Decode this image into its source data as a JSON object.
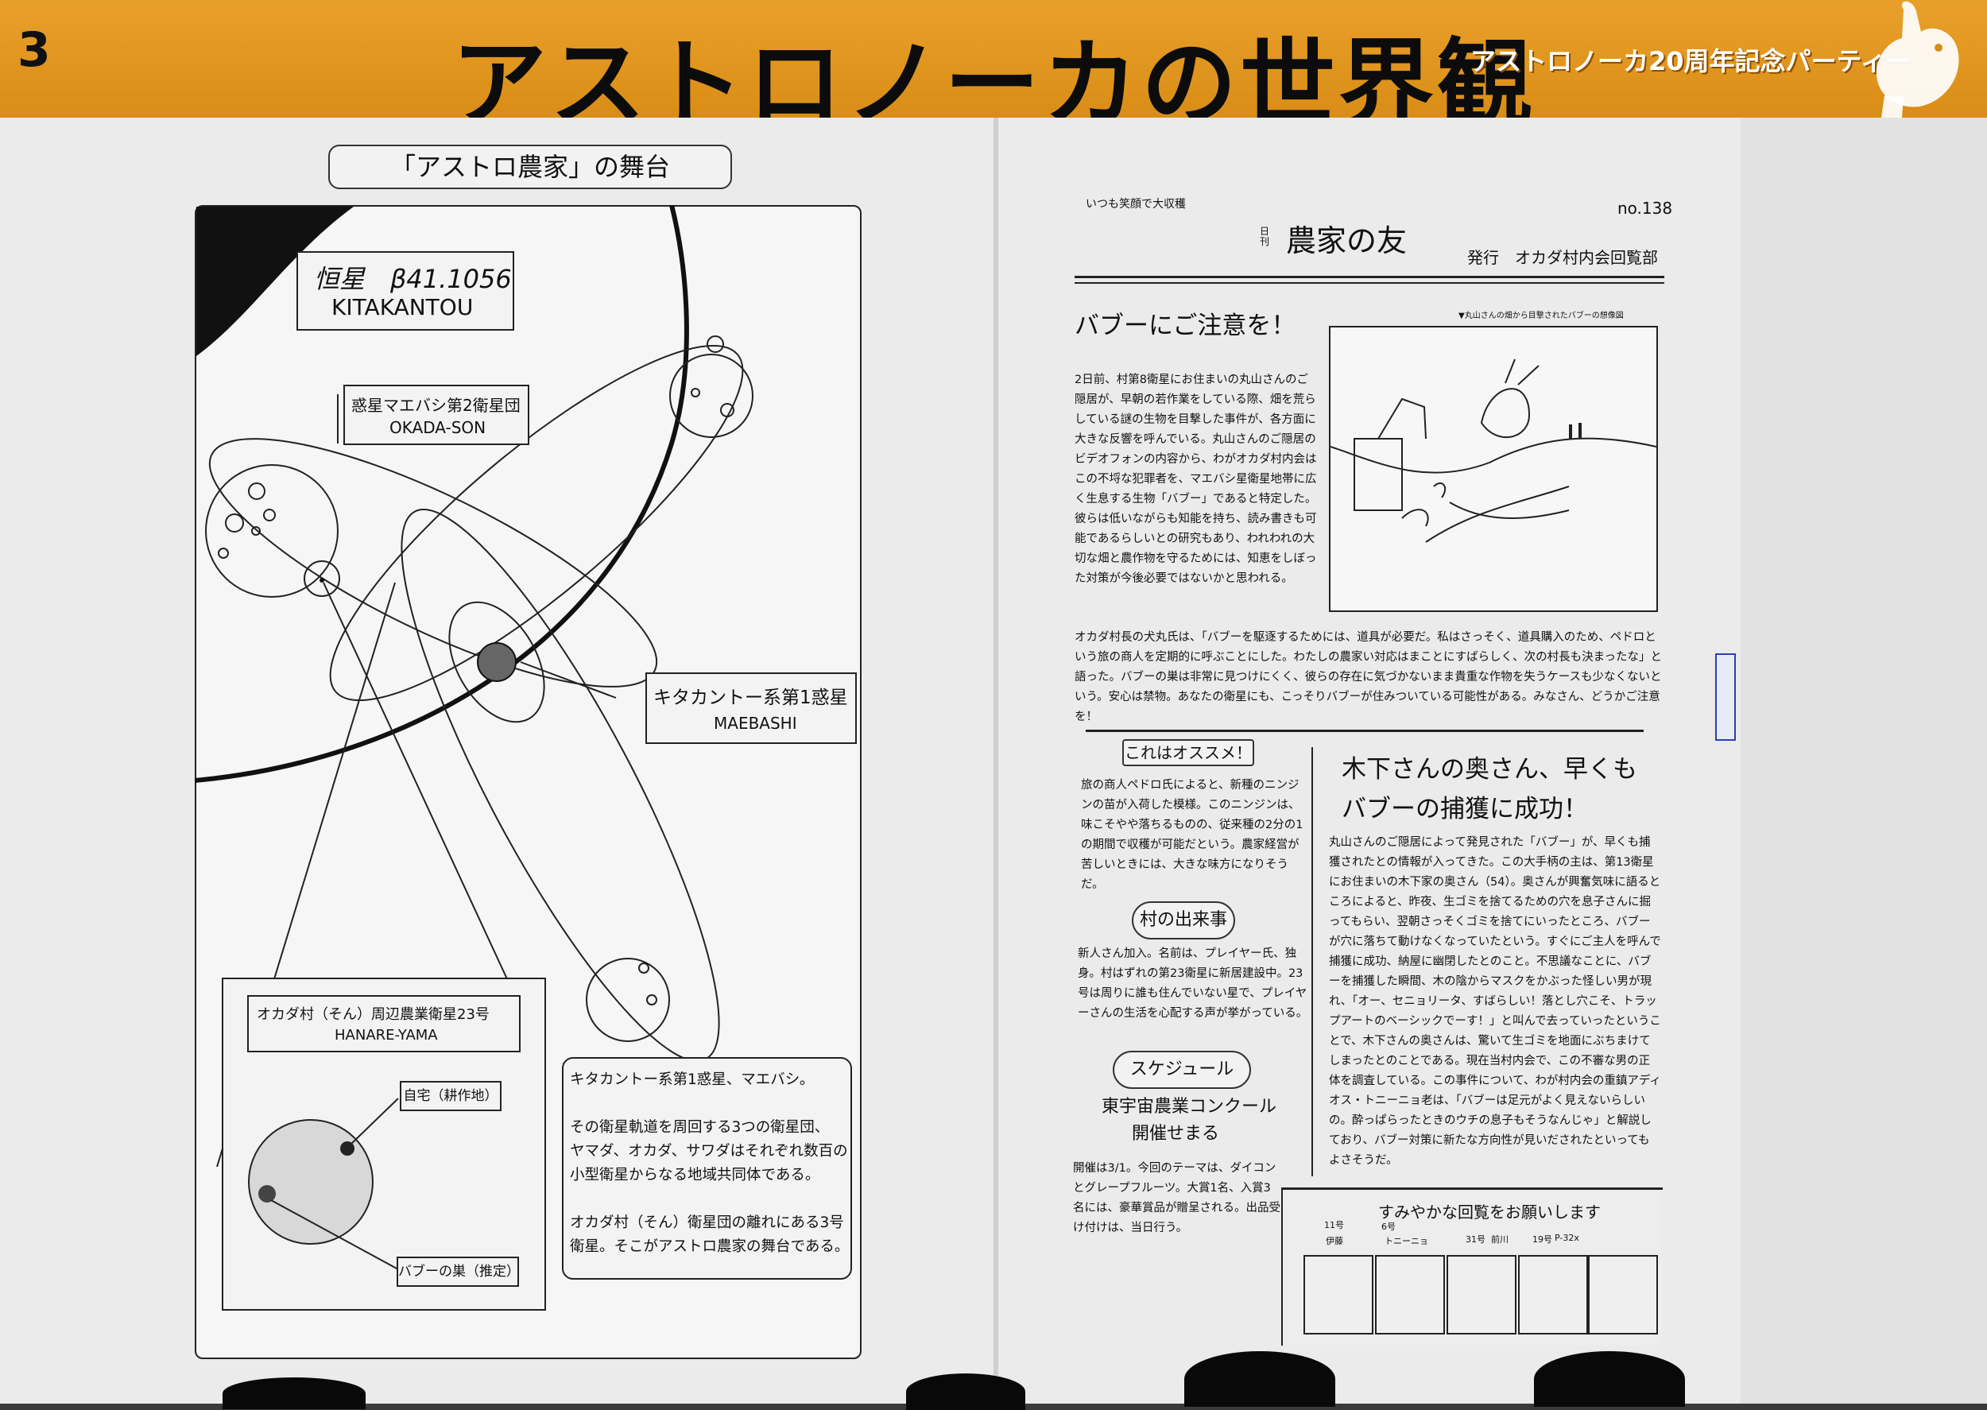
{
  "header": {
    "number": "3",
    "title": "アストロノーカの世界観",
    "subtitle": "アストロノーカ20周年記念パーティー"
  },
  "left_page": {
    "heading": "「アストロ農家」の舞台",
    "star_label": {
      "line1": "恒星　β41.1056",
      "line2": "KITAKANTOU"
    },
    "moon_label": {
      "line1": "惑星マエバシ第2衛星団",
      "line2": "OKADA-SON"
    },
    "planet_label": {
      "line1": "キタカントー系第1惑星",
      "line2": "MAEBASHI"
    },
    "inset": {
      "title_line1": "オカダ村（そん）周辺農業衛星23号",
      "title_line2": "HANARE-YAMA",
      "home_label": "自宅（耕作地）",
      "nest_label": "バブーの巣（推定）"
    },
    "description": [
      "キタカントー系第1惑星、マエバシ。",
      "その衛星軌道を周回する3つの衛星団、",
      "ヤマダ、オカダ、サワダはそれぞれ数百の",
      "小型衛星からなる地域共同体である。",
      "オカダ村（そん）衛星団の離れにある3号",
      "衛星。そこがアストロ農家の舞台である。"
    ]
  },
  "right_page": {
    "motto": "いつも笑顔で大収穫",
    "issue": "no.138",
    "small_label": "日刊",
    "newspaper_title": "農家の友",
    "publisher": "発行　オカダ村内会回覧部",
    "headline1": "バブーにご注意を！",
    "image_caption": "▼丸山さんの畑から目撃されたバブーの想像図",
    "article1": "2日前、村第8衛星にお住まいの丸山さんのご隠居が、早朝の若作業をしている際、畑を荒らしている謎の生物を目撃した事件が、各方面に大きな反響を呼んでいる。丸山さんのご隠居のビデオフォンの内容から、わがオカダ村内会はこの不埒な犯罪者を、マエバシ星衛星地帯に広く生息する生物「バブー」であると特定した。彼らは低いながらも知能を持ち、読み書きも可能であるらしいとの研究もあり、われわれの大切な畑と農作物を守るためには、知恵をしぼった対策が今後必要ではないかと思われる。",
    "article1b": "オカダ村長の犬丸氏は、「バブーを駆逐するためには、道具が必要だ。私はさっそく、道具購入のため、ペドロという旅の商人を定期的に呼ぶことにした。わたしの農家い対応はまことにすばらしく、次の村長も決まったな」と語った。バブーの巣は非常に見つけにくく、彼らの存在に気づかないまま貴重な作物を失うケースも少なくないという。安心は禁物。あなたの衛星にも、こっそりバブーが住みついている可能性がある。みなさん、どうかご注意を！",
    "section_osusume": "これはオススメ！",
    "osusume_text": "旅の商人ペドロ氏によると、新種のニンジンの苗が入荷した模様。このニンジンは、味こそやや落ちるものの、従来種の2分の1の期間で収穫が可能だという。農家経営が苦しいときには、大きな味方になりそうだ。",
    "section_events": "村の出来事",
    "events_text": "新人さん加入。名前は、プレイヤー氏、独身。村はずれの第23衛星に新居建設中。23号は周りに誰も住んでいない星で、プレイヤーさんの生活を心配する声が挙がっている。",
    "section_schedule": "スケジュール",
    "contest_title1": "東宇宙農業コンクール",
    "contest_title2": "開催せまる",
    "contest_text": "開催は3/1。今回のテーマは、ダイコンとグレープフルーツ。大賞1名、入賞3名には、豪華賞品が贈呈される。出品受け付けは、当日行う。",
    "headline2_line1": "木下さんの奥さん、早くも",
    "headline2_line2": "バブーの捕獲に成功！",
    "article2": "丸山さんのご隠居によって発見された「バブー」が、早くも捕獲されたとの情報が入ってきた。この大手柄の主は、第13衛星にお住まいの木下家の奥さん（54）。奥さんが興奮気味に語るところによると、昨夜、生ゴミを捨てるための穴を息子さんに掘ってもらい、翌朝さっそくゴミを捨てにいったところ、バブーが穴に落ちて動けなくなっていたという。すぐにご主人を呼んで捕獲に成功、納屋に幽閉したとのこと。不思議なことに、バブーを捕獲した瞬間、木の陰からマスクをかぶった怪しい男が現れ、「オー、セニョリータ、すばらしい！落とし穴こそ、トラップアートのベーシックでーす！」と叫んで去っていったということで、木下さんの奥さんは、驚いて生ゴミを地面にぶちまけてしまったとのことである。現在当村内会で、この不審な男の正体を調査している。この事件について、わが村内会の重鎮アディオス・トニーニョ老は、「バブーは足元がよく見えないらしいの。酔っぱらったときのウチの息子もそうなんじゃ」と解説しており、バブー対策に新たな方向性が見いだされたといってもよさそうだ。",
    "circulation_title": "すみやかな回覧をお願いします",
    "circulation": [
      {
        "no": "11号",
        "name": "伊藤"
      },
      {
        "no": "6号",
        "name": "トニーニョ"
      },
      {
        "no": "31号",
        "name": "前川"
      },
      {
        "no": "19号",
        "name": "P-32x"
      }
    ]
  },
  "colors": {
    "header": "#e39a22",
    "header_text": "#0c0c0c",
    "paper": "#ebebeb"
  }
}
